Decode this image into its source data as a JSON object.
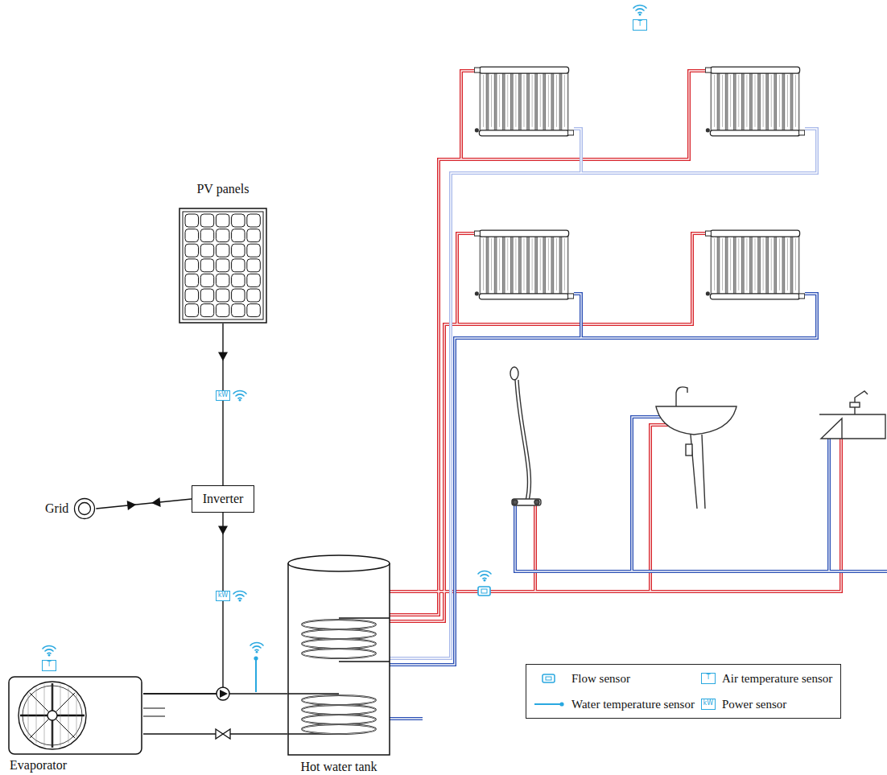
{
  "diagram": {
    "nodes": [
      {
        "text": [
          "PV panels"
        ]
      },
      {
        "text": [
          "Inverter"
        ]
      },
      {
        "text": [
          "Grid"
        ]
      },
      {
        "text": [
          "Evaporator"
        ]
      },
      {
        "text": [
          "Hot water tank"
        ]
      }
    ],
    "edges": [
      {
        "from": 0,
        "to": 1,
        "arrow": "to"
      },
      {
        "from": 1,
        "to": 2,
        "arrow": "both"
      },
      {
        "from": 1,
        "to": 3,
        "arrow": "to"
      },
      {
        "from": 3,
        "to": 4,
        "arrow": "none"
      },
      {
        "from": 3,
        "to": 4,
        "arrow": "none"
      }
    ],
    "labels": [
      "T",
      "kW",
      "kW",
      "T",
      "T",
      "kW"
    ],
    "legend": [
      {
        "text": "Flow sensor"
      },
      {
        "text": "Air temperature sensor"
      },
      {
        "text": "Water temperature sensor"
      },
      {
        "text": "Power sensor"
      }
    ]
  }
}
